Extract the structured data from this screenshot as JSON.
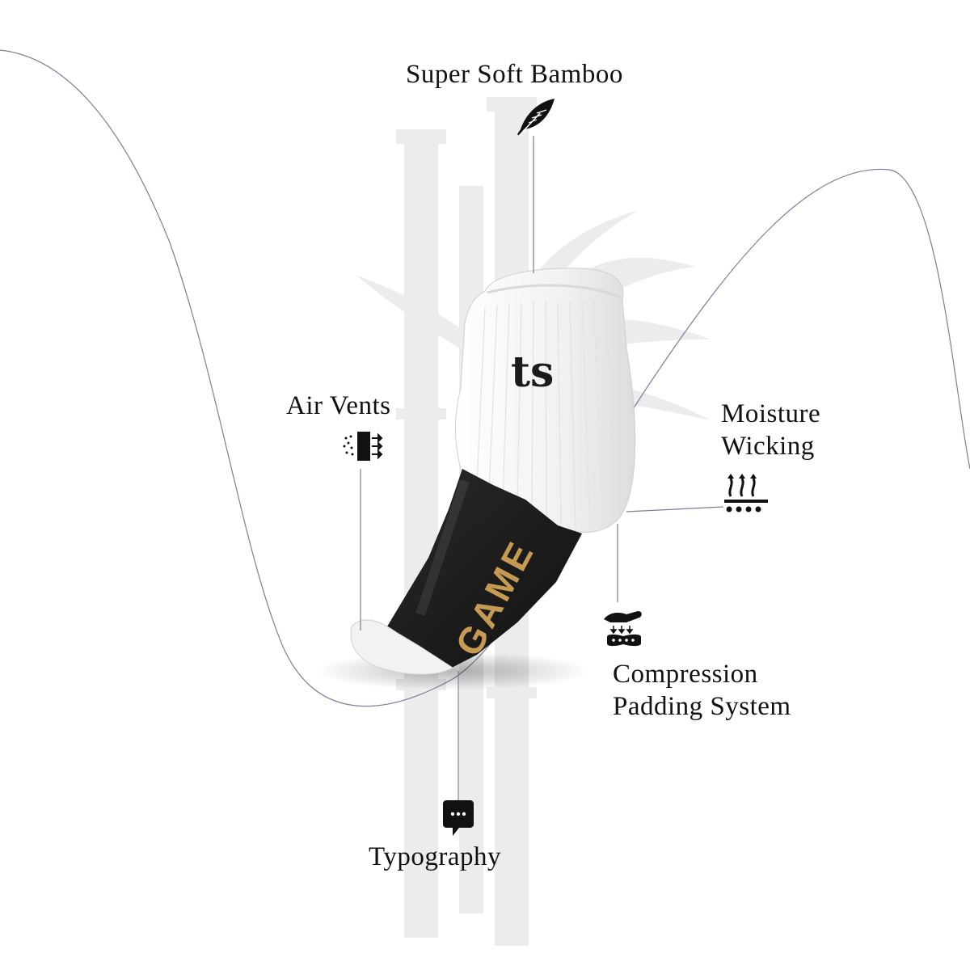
{
  "features": {
    "bamboo": "Super Soft Bamboo",
    "air_vents": "Air Vents",
    "moisture": [
      "Moisture",
      "Wicking"
    ],
    "compression": [
      "Compression",
      "Padding System"
    ],
    "typography": "Typography"
  },
  "sock": {
    "logo_text": "ts",
    "sole_text": "GAME"
  },
  "colors": {
    "background": "#ffffff",
    "line": "#7b7f99",
    "sock_white": "#f2f2f2",
    "sole_black": "#1b1b1b",
    "gold": "#c59a52",
    "icon": "#111111",
    "bamboo_watermark": "#ececec"
  },
  "icons": [
    "feather-icon",
    "air-vents-icon",
    "moisture-wicking-icon",
    "compression-padding-icon",
    "chat-bubble-icon"
  ]
}
